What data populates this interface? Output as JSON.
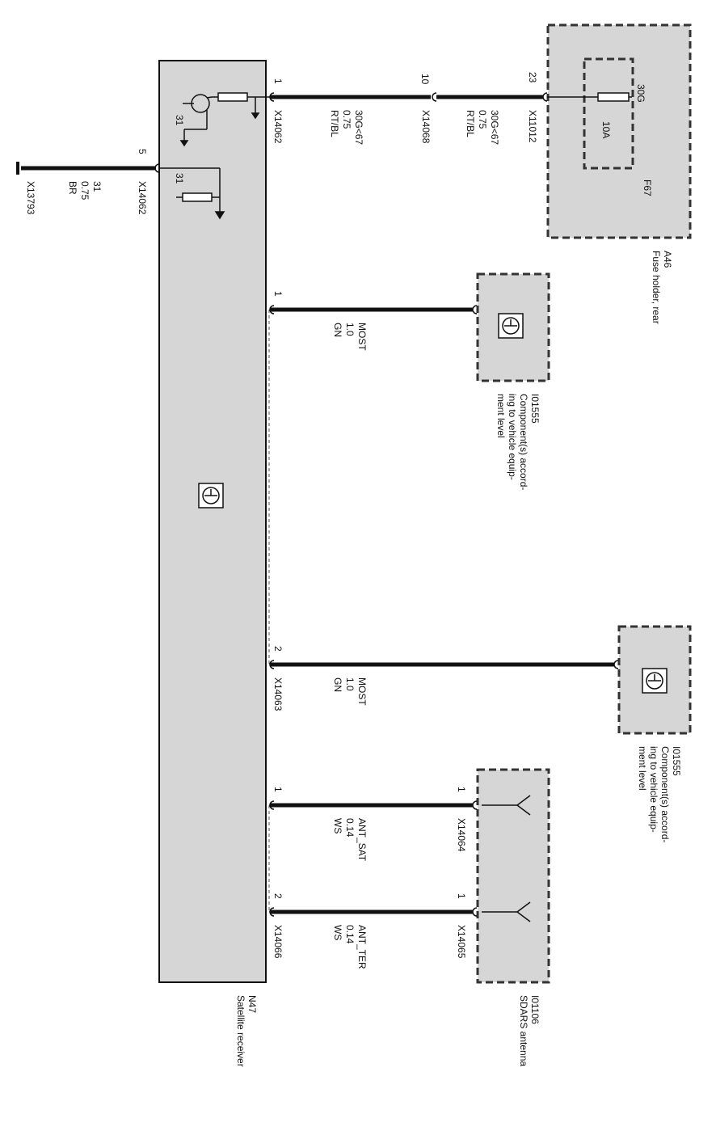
{
  "components": {
    "fuse_holder": {
      "code": "A46",
      "name": "Fuse holder, rear",
      "fuse_id": "F67",
      "fuse_terminal": "30G",
      "fuse_rating": "10A"
    },
    "most_component_1": {
      "code": "I01555",
      "name": "Component(s) accord-\ning to vehicle equip-\nment level"
    },
    "most_component_2": {
      "code": "I01555",
      "name": "Component(s) accord-\ning to vehicle equip-\nment level"
    },
    "antenna": {
      "code": "I01106",
      "name": "SDARS antenna"
    },
    "receiver": {
      "code": "N47",
      "name": "Satellite receiver",
      "ground_label_top": "31",
      "ground_label_bottom": "31"
    }
  },
  "wires": {
    "power_in": {
      "pin_fuse": "23",
      "conn_fuse": "X11012",
      "pin_mid": "10",
      "conn_mid": "X14068",
      "pin_recv": "1",
      "conn_recv": "X14062",
      "signal": "30G<67",
      "gauge": "0.75",
      "color": "RT/BL"
    },
    "ground": {
      "pin_recv": "5",
      "conn_recv": "X14062",
      "signal": "31",
      "gauge": "0.75",
      "color": "BR",
      "conn_ground": "X13793"
    },
    "most_in": {
      "pin_recv": "1",
      "signal": "MOST",
      "gauge": "1.0",
      "color": "GN"
    },
    "most_out": {
      "pin_recv": "2",
      "conn_recv": "X14063",
      "signal": "MOST",
      "gauge": "1.0",
      "color": "GN"
    },
    "ant_sat": {
      "pin_recv": "1",
      "pin_ant": "1",
      "conn_ant": "X14064",
      "signal": "ANT_SAT",
      "gauge": "0.14",
      "color": "WS"
    },
    "ant_ter": {
      "pin_recv": "2",
      "conn_recv": "X14066",
      "pin_ant": "1",
      "conn_ant": "X14065",
      "signal": "ANT_TER",
      "gauge": "0.14",
      "color": "WS"
    }
  },
  "colors": {
    "box_fill": "#d6d6d6",
    "wire": "#111111"
  }
}
